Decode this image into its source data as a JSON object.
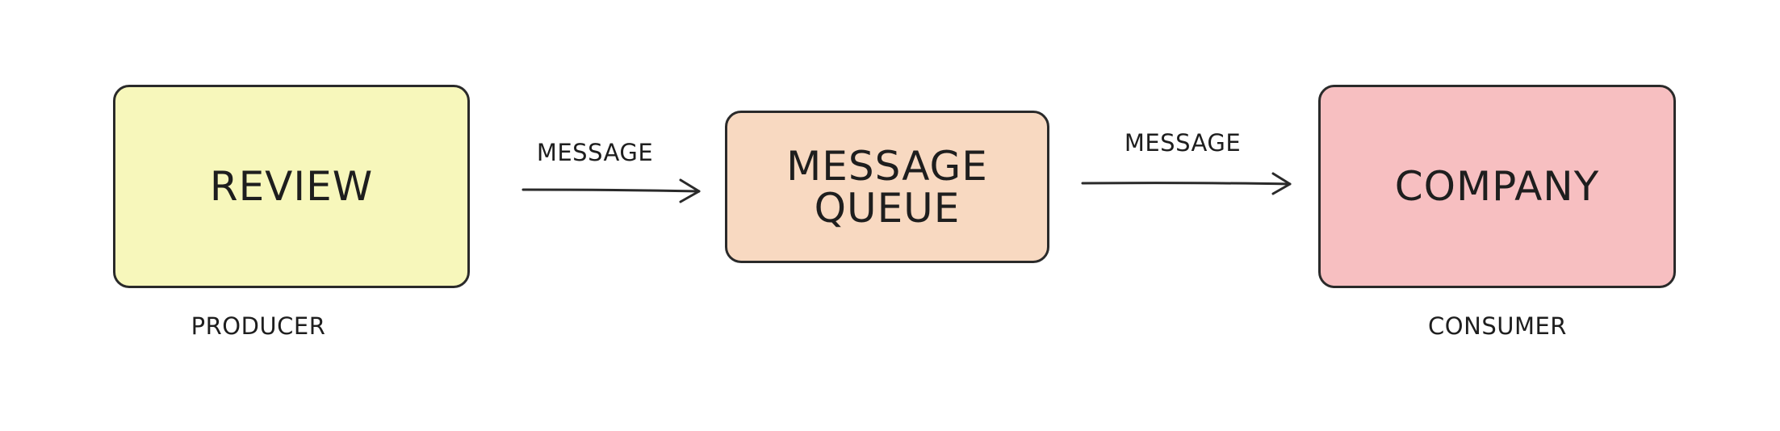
{
  "nodes": {
    "review": {
      "label_line1": "REVIEW",
      "fill": "#f7f7bb"
    },
    "queue": {
      "label_line1": "MESSAGE",
      "label_line2": "QUEUE",
      "fill": "#f8d9c1"
    },
    "company": {
      "label_line1": "COMPANY",
      "fill": "#f7bfc1"
    }
  },
  "captions": {
    "producer": "PRODUCER",
    "consumer": "CONSUMER"
  },
  "edges": [
    {
      "from": "review",
      "to": "queue",
      "label": "MESSAGE"
    },
    {
      "from": "queue",
      "to": "company",
      "label": "MESSAGE"
    }
  ],
  "colors": {
    "stroke": "#2a2a2a",
    "text": "#1e1e1e",
    "background": "#ffffff"
  }
}
